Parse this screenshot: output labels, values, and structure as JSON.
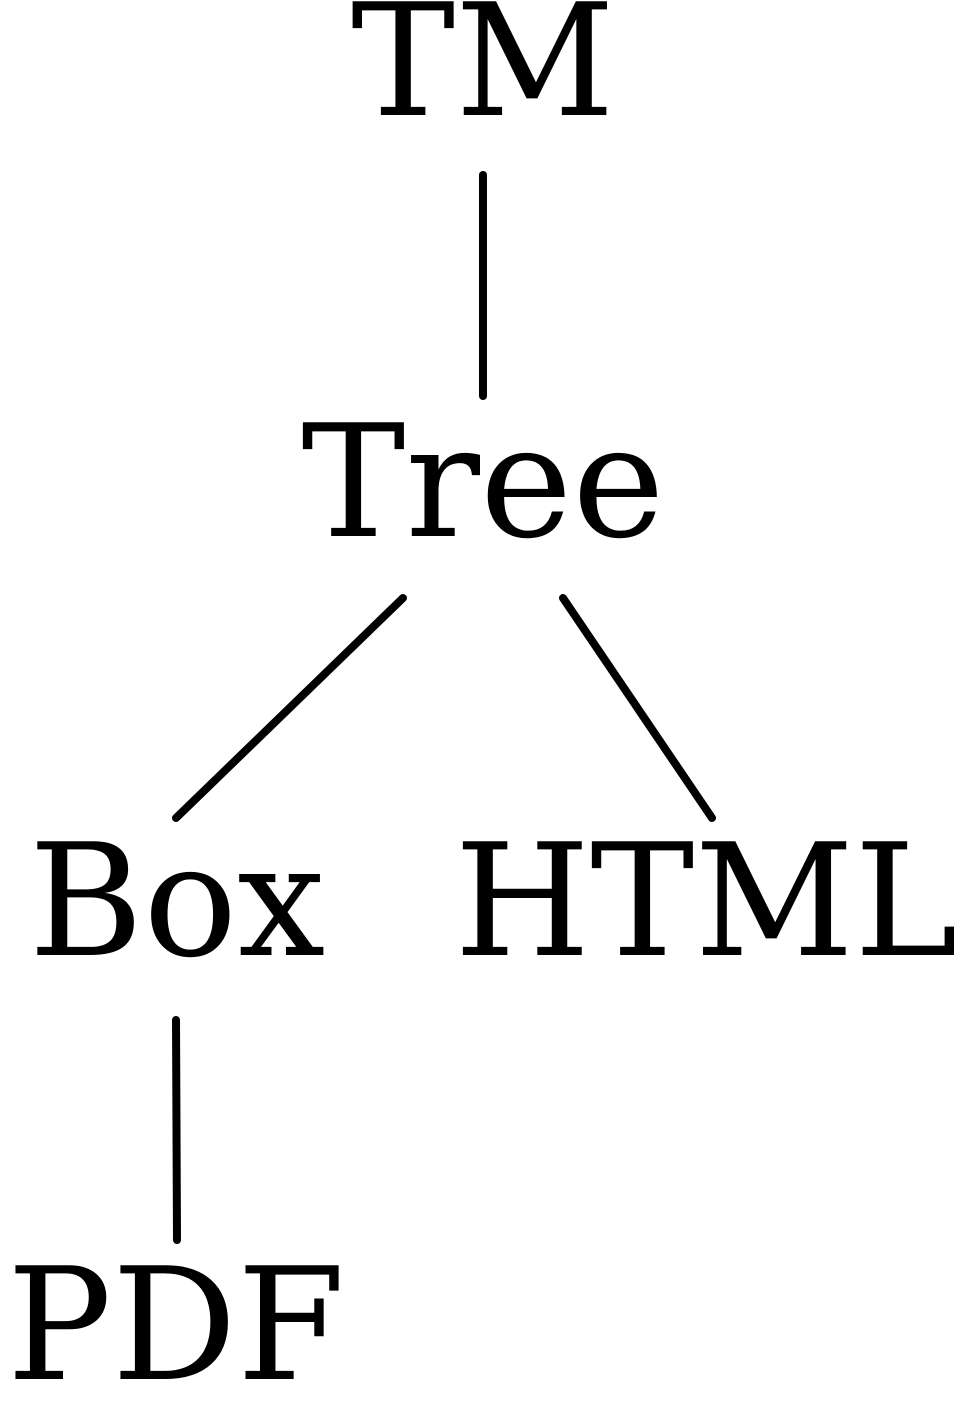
{
  "diagram": {
    "type": "tree",
    "nodes": [
      {
        "id": "tm",
        "label": "TM"
      },
      {
        "id": "tree",
        "label": "Tree"
      },
      {
        "id": "box",
        "label": "Box"
      },
      {
        "id": "html",
        "label": "HTML"
      },
      {
        "id": "pdf",
        "label": "PDF"
      }
    ],
    "edges": [
      {
        "from": "tm",
        "to": "tree"
      },
      {
        "from": "tree",
        "to": "box"
      },
      {
        "from": "tree",
        "to": "html"
      },
      {
        "from": "box",
        "to": "pdf"
      }
    ],
    "colors": {
      "line": "#000000",
      "text": "#000000",
      "background": "#ffffff"
    }
  }
}
